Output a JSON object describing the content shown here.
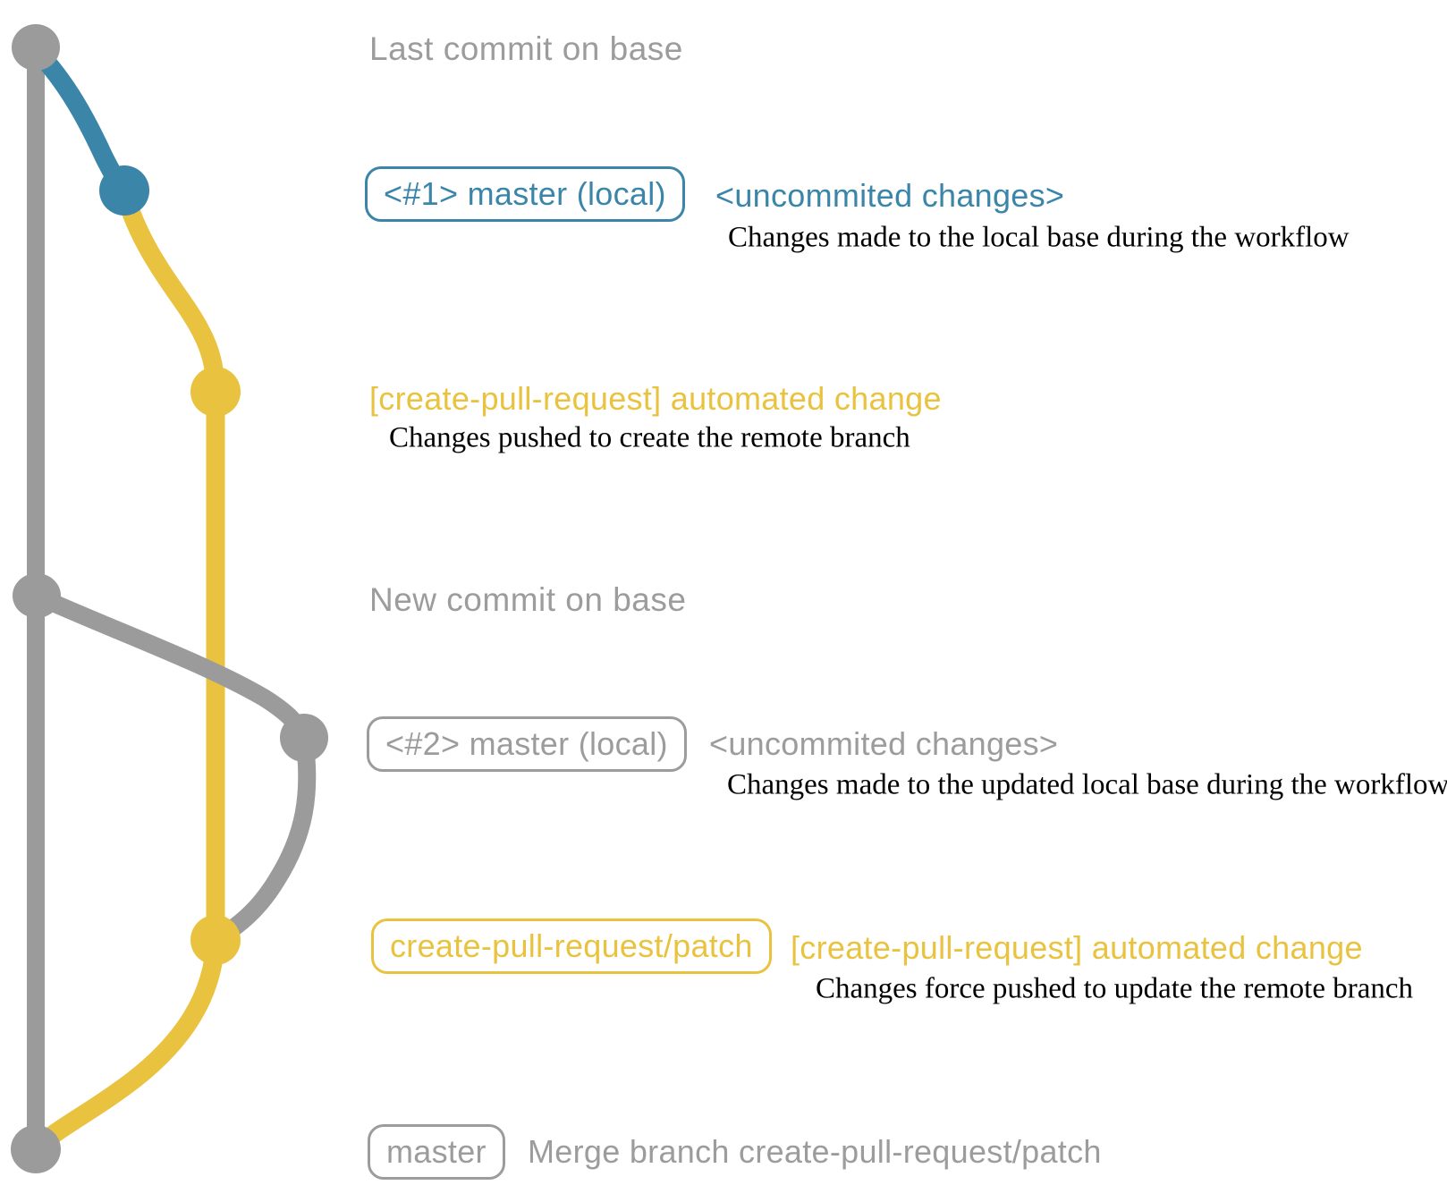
{
  "colors": {
    "base_gray": "#9b9b9b",
    "branch_blue": "#3a85a8",
    "branch_yellow": "#e9c33f",
    "caption_gray": "#9c9c9c",
    "detail_black": "#000000",
    "background": "#ffffff"
  },
  "graph": {
    "type": "git-commit-graph",
    "lanes": [
      {
        "name": "base-branch",
        "color": "#9b9b9b"
      },
      {
        "name": "local-changes",
        "color": "#3a85a8"
      },
      {
        "name": "create-pull-request-patch",
        "color": "#e9c33f"
      }
    ],
    "nodes": [
      {
        "id": "last-commit-on-base",
        "color": "gray",
        "lane": "base"
      },
      {
        "id": "local-uncommitted-1",
        "color": "blue",
        "lane": "local"
      },
      {
        "id": "remote-branch-push-1",
        "color": "yellow",
        "lane": "patch"
      },
      {
        "id": "new-commit-on-base",
        "color": "gray",
        "lane": "base"
      },
      {
        "id": "local-uncommitted-2",
        "color": "gray",
        "lane": "local"
      },
      {
        "id": "remote-branch-force-push",
        "color": "yellow",
        "lane": "patch"
      },
      {
        "id": "merge-commit",
        "color": "gray",
        "lane": "base"
      }
    ]
  },
  "annotations": {
    "row1": {
      "caption": "Last commit on base"
    },
    "row2": {
      "badge": "<#1> master (local)",
      "note": "<uncommited changes>",
      "detail": "Changes made to the local base during the workflow"
    },
    "row3": {
      "note": "[create-pull-request] automated change",
      "detail": "Changes pushed to create the remote branch"
    },
    "row4": {
      "caption": "New commit on base"
    },
    "row5": {
      "badge": "<#2> master (local)",
      "note": "<uncommited changes>",
      "detail": "Changes made to the updated local base during the workflow"
    },
    "row6": {
      "badge": "create-pull-request/patch",
      "note": "[create-pull-request] automated change",
      "detail": "Changes force pushed to update the remote branch"
    },
    "row7": {
      "badge": "master",
      "note": "Merge branch create-pull-request/patch"
    }
  }
}
